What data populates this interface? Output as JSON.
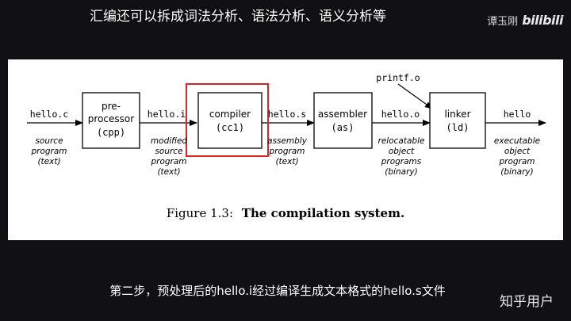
{
  "captions": {
    "top": "汇编还可以拆成词法分析、语法分析、语义分析等",
    "bottom": "第二步，预处理后的hello.i经过编译生成文本格式的hello.s文件"
  },
  "watermark": {
    "author": "谭玉刚",
    "brand": "bilibili",
    "zhihu": "知乎用户"
  },
  "diagram": {
    "inputs": {
      "source_file": "hello.c",
      "source_desc": [
        "source",
        "program",
        "(text)"
      ],
      "preprocessed_file": "hello.i",
      "preprocessed_desc": [
        "modified",
        "source",
        "program",
        "(text)"
      ],
      "assembly_file": "hello.s",
      "assembly_desc": [
        "assembly",
        "program",
        "(text)"
      ],
      "object_file": "hello.o",
      "object_desc": [
        "relocatable",
        "object",
        "programs",
        "(binary)"
      ],
      "library_file": "printf.o",
      "output_file": "hello",
      "output_desc": [
        "executable",
        "object",
        "program",
        "(binary)"
      ]
    },
    "stages": {
      "preprocessor": [
        "pre-",
        "processor",
        "(cpp)"
      ],
      "compiler": [
        "compiler",
        "(cc1)"
      ],
      "assembler": [
        "assembler",
        "(as)"
      ],
      "linker": [
        "linker",
        "(ld)"
      ]
    },
    "highlight_color": "#d8252a",
    "figure_number": "Figure 1.3:",
    "figure_title": "The compilation system."
  }
}
